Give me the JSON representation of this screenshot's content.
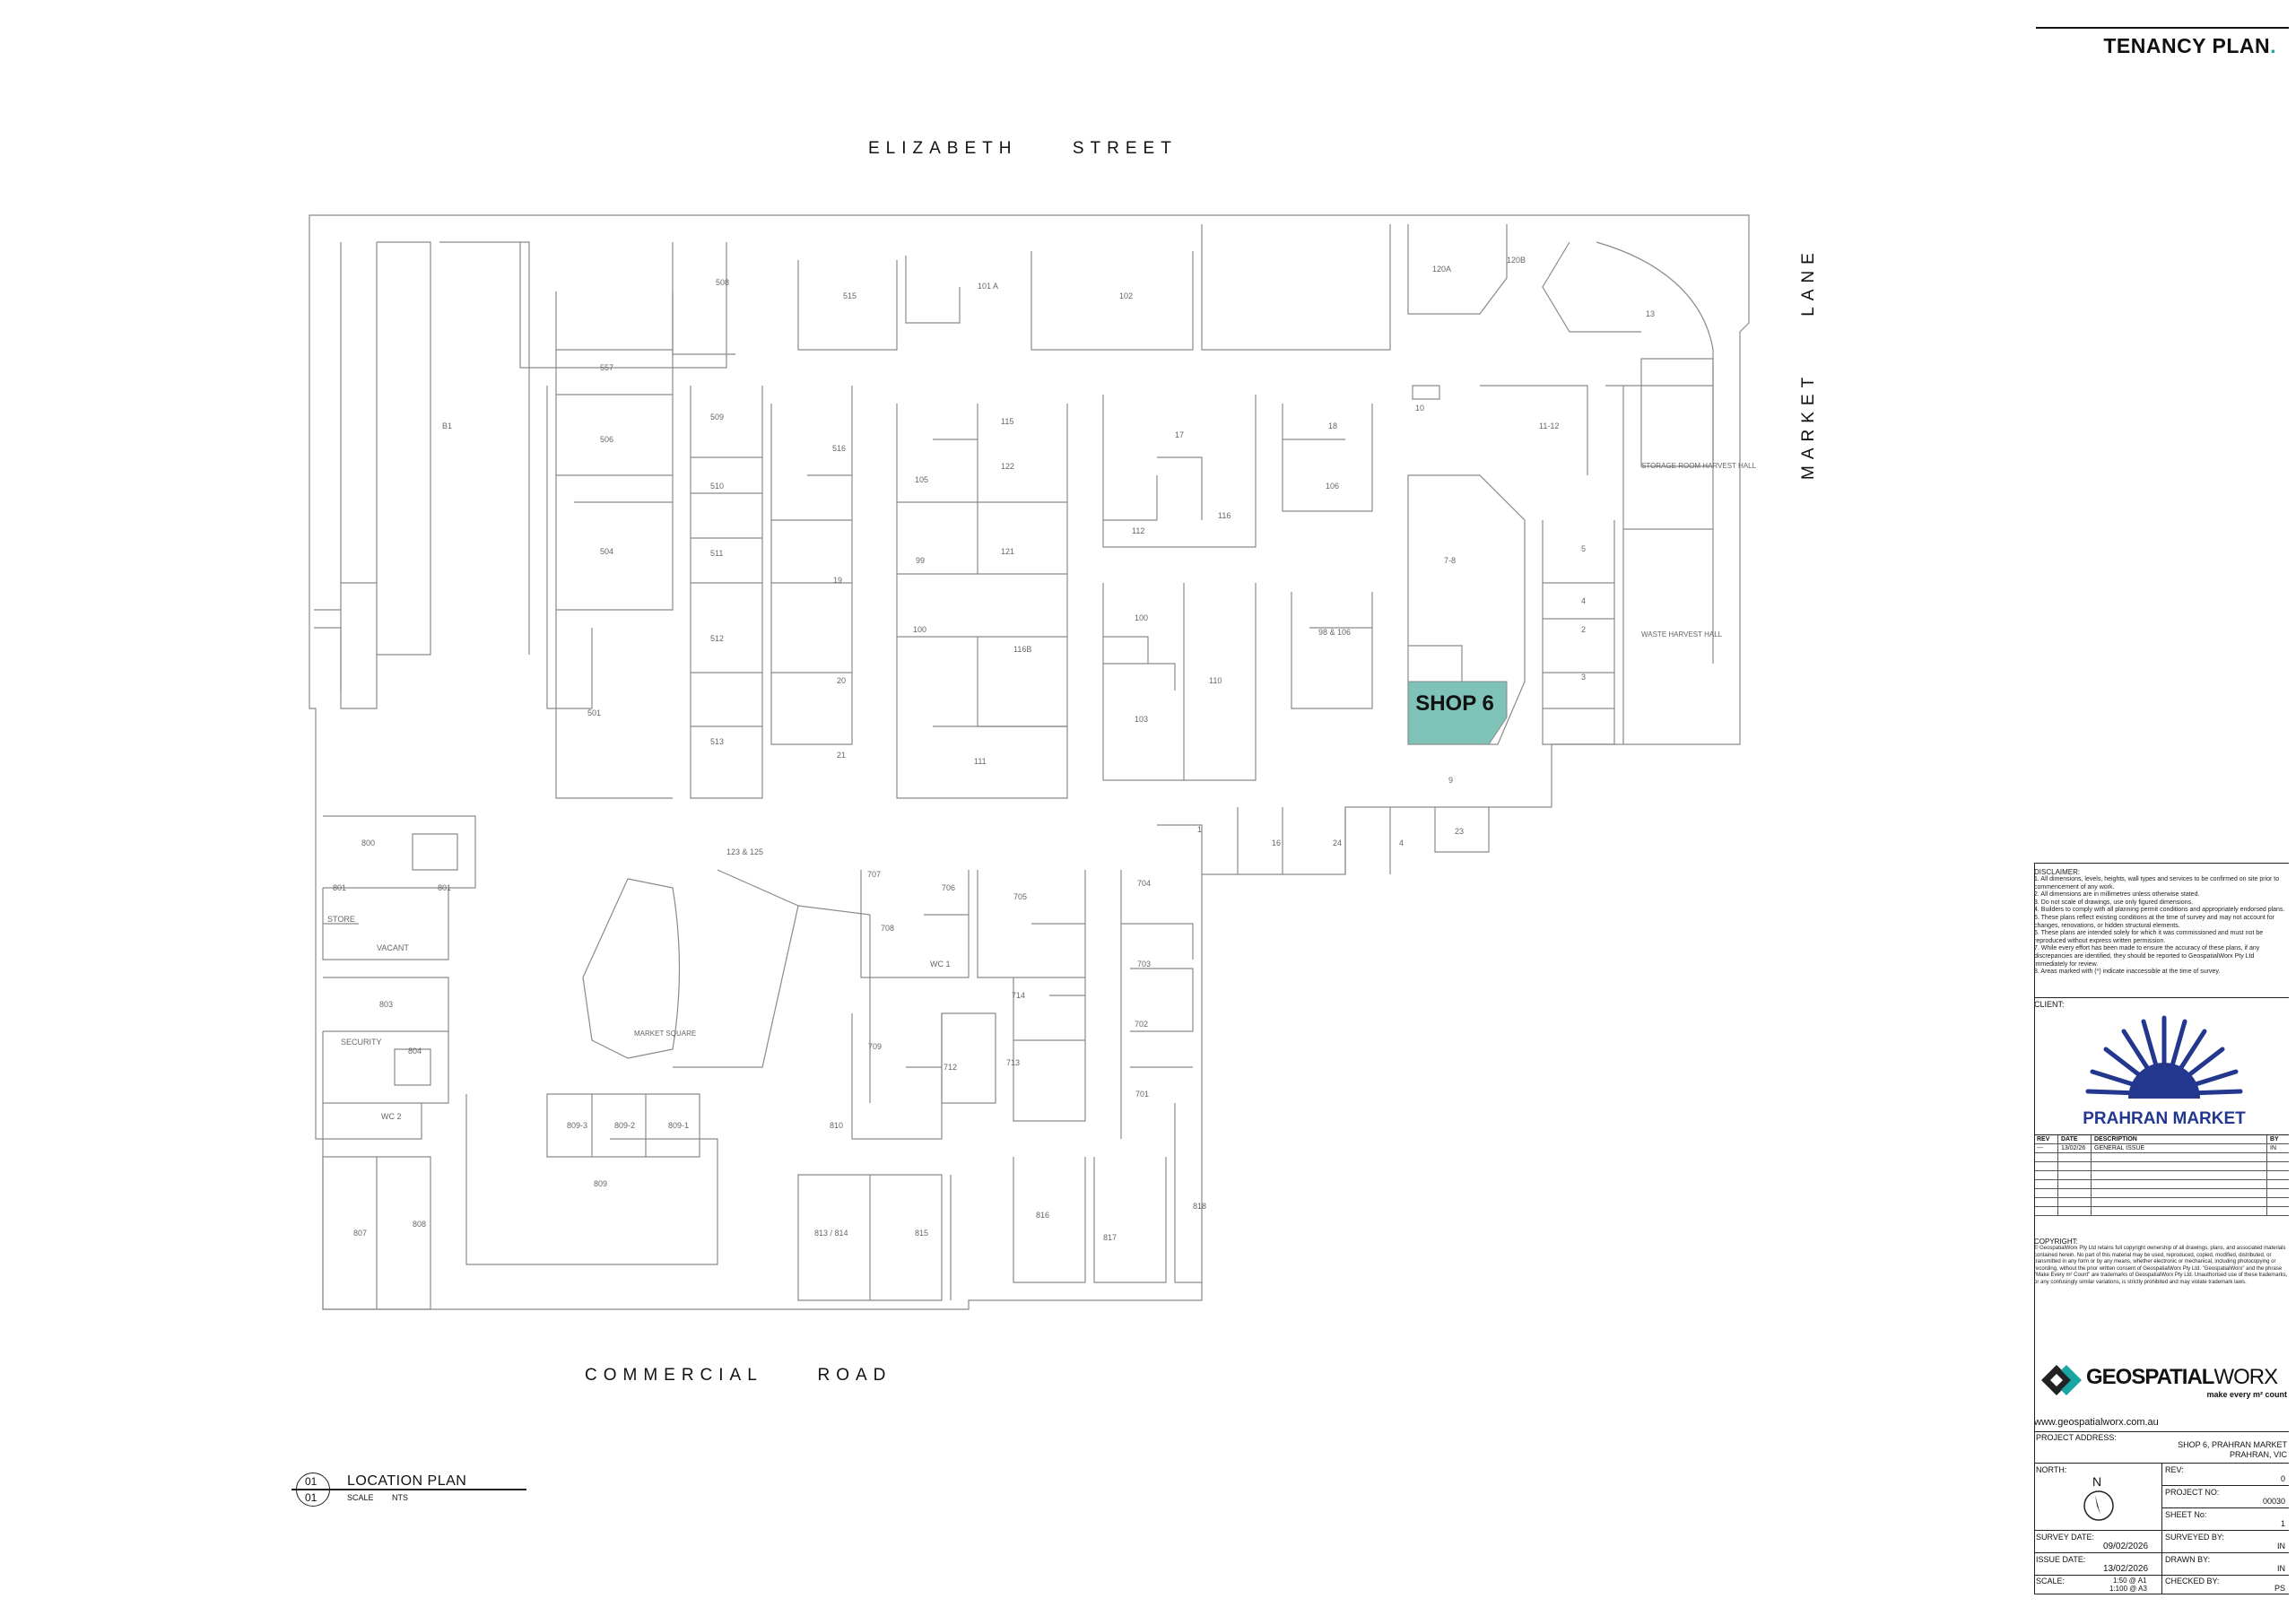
{
  "header": {
    "title": "TENANCY PLAN",
    "title_dot": ".",
    "accent_color": "#1aa6a4"
  },
  "streets": {
    "north": "ELIZABETH     STREET",
    "south": "COMMERCIAL     ROAD",
    "east": "MARKET     LANE"
  },
  "plan": {
    "highlight": {
      "label": "SHOP 6",
      "color": "#7fc2b8"
    },
    "units": [
      "508",
      "515",
      "101 A",
      "102",
      "120A",
      "120B",
      "13",
      "557",
      "506",
      "504",
      "501",
      "509",
      "510",
      "511",
      "512",
      "513",
      "516",
      "19",
      "20",
      "21",
      "105",
      "99",
      "100",
      "115",
      "122",
      "121",
      "116B",
      "111",
      "17",
      "112",
      "116",
      "18",
      "106",
      "10",
      "11-12",
      "STORAGE ROOM HARVEST HALL",
      "7-8",
      "5",
      "4",
      "2",
      "3",
      "WASTE HARVEST HALL",
      "100",
      "103",
      "110",
      "98 & 106",
      "9",
      "1",
      "16",
      "24",
      "4",
      "23",
      "123 & 125",
      "B1",
      "800",
      "801",
      "801",
      "STORE",
      "VACANT",
      "803",
      "SECURITY",
      "804",
      "WC 2",
      "809-3",
      "809-2",
      "809-1",
      "809",
      "807",
      "808",
      "707",
      "706",
      "705",
      "708",
      "704",
      "WC 1",
      "714",
      "703",
      "MARKET SQUARE",
      "709",
      "712",
      "713",
      "702",
      "701",
      "810",
      "813 / 814",
      "815",
      "816",
      "817",
      "818"
    ]
  },
  "location_plan": {
    "num_top": "01",
    "num_bottom": "01",
    "title": "LOCATION PLAN",
    "scale_label": "SCALE",
    "scale_value": "NTS"
  },
  "disclaimer": {
    "heading": "DISCLAIMER:",
    "items": [
      "1.  All dimensions, levels, heights, wall types and services to be confirmed on site prior to commencement of any work.",
      "2.  All dimensions are in millimetres unless otherwise stated.",
      "3.  Do not scale of drawings, use only figured dimensions.",
      "4.  Builders to comply with all planning permit conditions and appropriately endorsed plans.",
      "5.  These plans reflect existing conditions at the time of survey and may not account for changes, renovations, or hidden structural elements.",
      "6.  These plans are intended solely for which it was commissioned and must not be reproduced without express written permission.",
      "7.  While every effort has been made to ensure the accuracy of these plans, if any discrepancies are identified, they should be reported to GeospatialWorx Pty Ltd immediately for review.",
      "8.  Areas marked with (*) indicate inaccessible at the time of survey."
    ]
  },
  "client": {
    "label": "CLIENT:",
    "name": "PRAHRAN MARKET",
    "color": "#23378f"
  },
  "revisions": {
    "headers": [
      "REV",
      "DATE",
      "DESCRIPTION",
      "BY"
    ],
    "rows": [
      [
        "---",
        "13/02/26",
        "GENERAL ISSUE",
        "IN"
      ]
    ]
  },
  "copyright": {
    "heading": "COPYRIGHT:",
    "text": "© GeospatialWorx Pty Ltd retains full copyright ownership of all drawings, plans, and associated materials contained herein. No part of this material may be used, reproduced, copied, modified, distributed, or transmitted in any form or by any means, whether electronic or mechanical, including photocopying or recording, without the prior written consent of GeospatialWorx Pty Ltd. \"GeospatialWorx\" and the phrase \"Make Every m² Count\" are trademarks of GeospatialWorx Pty Ltd. Unauthorised use of these trademarks, or any confusingly similar variations, is strictly prohibited and may violate trademark laws."
  },
  "company": {
    "name_bold": "GEOSPATIAL",
    "name_rest": "WORX",
    "tagline": "make every m² count",
    "website": "www.geospatialworx.com.au"
  },
  "project": {
    "address_label": "PROJECT ADDRESS:",
    "address_line1": "SHOP 6, PRAHRAN MARKET",
    "address_line2": "PRAHRAN, VIC",
    "north_label": "NORTH:",
    "north_letter": "N",
    "rev_label": "REV:",
    "rev_value": "0",
    "project_no_label": "PROJECT NO:",
    "project_no_value": "00030",
    "sheet_label": "SHEET No:",
    "sheet_value": "1",
    "survey_date_label": "SURVEY DATE:",
    "survey_date_value": "09/02/2026",
    "surveyed_by_label": "SURVEYED BY:",
    "surveyed_by_value": "IN",
    "issue_date_label": "ISSUE DATE:",
    "issue_date_value": "13/02/2026",
    "drawn_by_label": "DRAWN BY:",
    "drawn_by_value": "IN",
    "scale_label": "SCALE:",
    "scale_value1": "1:50 @ A1",
    "scale_value2": "1:100 @ A3",
    "checked_by_label": "CHECKED BY:",
    "checked_by_value": "PS"
  }
}
